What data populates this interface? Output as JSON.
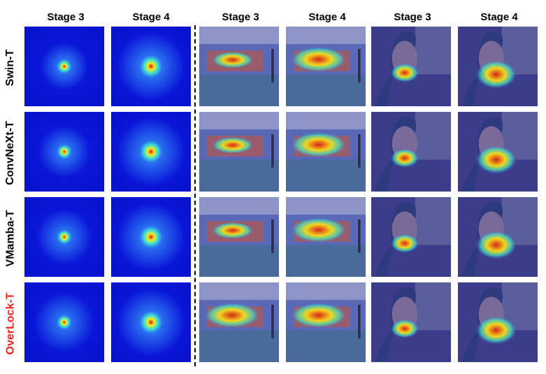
{
  "column_headers": [
    "Stage 3",
    "Stage 4",
    "Stage 3",
    "Stage 4",
    "Stage 3",
    "Stage 4"
  ],
  "rows": [
    {
      "label": "Swin-T",
      "color": "#000000"
    },
    {
      "label": "ConvNeXt-T",
      "color": "#000000"
    },
    {
      "label": "VMamba-T",
      "color": "#000000"
    },
    {
      "label": "OverLock-T",
      "color": "#ff1f1f"
    }
  ],
  "panel_types": [
    "effective-receptive-field",
    "effective-receptive-field",
    "train-scene-heatmap",
    "train-scene-heatmap",
    "woman-portrait-heatmap",
    "woman-portrait-heatmap"
  ],
  "colors": {
    "erf_background": "#0a16d8",
    "heat_hot": "#e0261a",
    "heat_warm": "#f6e41c",
    "heat_mid": "#3ee8c4"
  }
}
